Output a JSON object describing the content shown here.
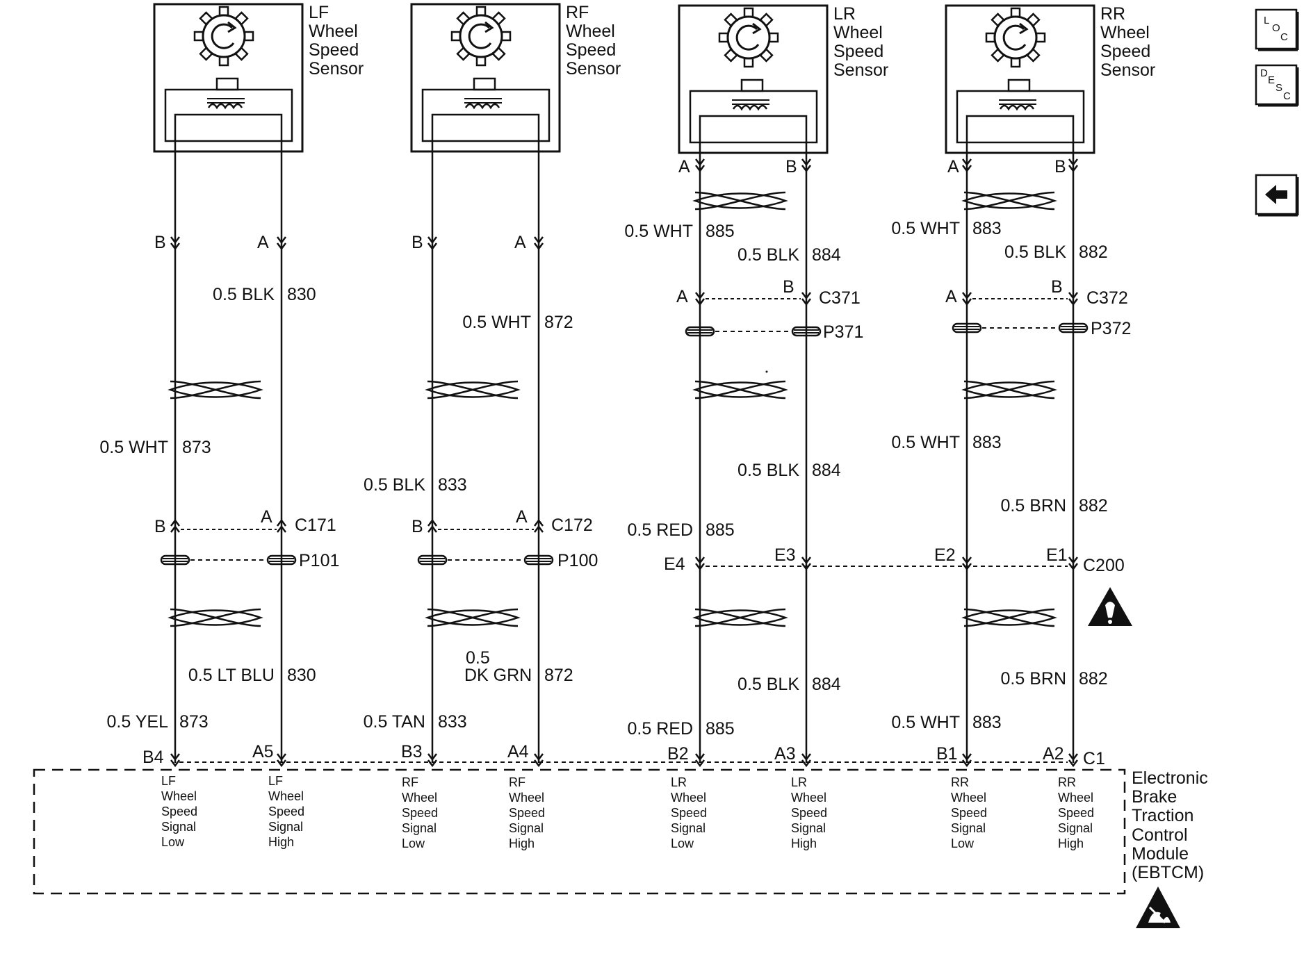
{
  "sensors": [
    {
      "id": "lf",
      "name": [
        "LF",
        "Wheel",
        "Speed",
        "Sensor"
      ]
    },
    {
      "id": "rf",
      "name": [
        "RF",
        "Wheel",
        "Speed",
        "Sensor"
      ]
    },
    {
      "id": "lr",
      "name": [
        "LR",
        "Wheel",
        "Speed",
        "Sensor"
      ]
    },
    {
      "id": "rr",
      "name": [
        "RR",
        "Wheel",
        "Speed",
        "Sensor"
      ]
    }
  ],
  "sensor_pins": {
    "lf": [
      "B",
      "A"
    ],
    "rf": [
      "B",
      "A"
    ],
    "lr_top": [
      "A",
      "B"
    ],
    "rr_top": [
      "A",
      "B"
    ]
  },
  "wire_labels": {
    "lf_a_upper": "0.5 BLK",
    "lf_a_upper_num": "830",
    "lf_b_mid": "0.5 WHT",
    "lf_b_mid_num": "873",
    "lf_a_lower": "0.5 LT BLU",
    "lf_a_lower_num": "830",
    "lf_b_lower": "0.5 YEL",
    "lf_b_lower_num": "873",
    "rf_a_upper": "0.5 WHT",
    "rf_a_upper_num": "872",
    "rf_b_mid": "0.5 BLK",
    "rf_b_mid_num": "833",
    "rf_a_lower_1": "0.5",
    "rf_a_lower_2": "DK GRN",
    "rf_a_lower_num": "872",
    "rf_b_lower": "0.5 TAN",
    "rf_b_lower_num": "833",
    "lr_a_upper": "0.5 WHT",
    "lr_a_upper_num": "885",
    "lr_b_upper": "0.5 BLK",
    "lr_b_upper_num": "884",
    "lr_b_mid": "0.5 BLK",
    "lr_b_mid_num": "884",
    "lr_a_mid": "0.5 RED",
    "lr_a_mid_num": "885",
    "lr_b_lower": "0.5 BLK",
    "lr_b_lower_num": "884",
    "lr_a_lower": "0.5 RED",
    "lr_a_lower_num": "885",
    "rr_a_upper": "0.5 WHT",
    "rr_a_upper_num": "883",
    "rr_b_upper": "0.5 BLK",
    "rr_b_upper_num": "882",
    "rr_a_mid": "0.5 WHT",
    "rr_a_mid_num": "883",
    "rr_b_mid": "0.5 BRN",
    "rr_b_mid_num": "882",
    "rr_b_lower": "0.5 BRN",
    "rr_b_lower_num": "882",
    "rr_a_lower": "0.5 WHT",
    "rr_a_lower_num": "883"
  },
  "connectors": {
    "c171": "C171",
    "c171_b": "B",
    "c171_a": "A",
    "p101": "P101",
    "c172": "C172",
    "c172_b": "B",
    "c172_a": "A",
    "p100": "P100",
    "c371": "C371",
    "c371_a": "A",
    "c371_b": "B",
    "p371": "P371",
    "c372": "C372",
    "c372_a": "A",
    "c372_b": "B",
    "p372": "P372",
    "c200": "C200",
    "c200_e4": "E4",
    "c200_e3": "E3",
    "c200_e2": "E2",
    "c200_e1": "E1",
    "c1": "C1",
    "c1_pins": [
      "B4",
      "A5",
      "B3",
      "A4",
      "B2",
      "A3",
      "B1",
      "A2"
    ]
  },
  "module_pins": [
    [
      "LF",
      "Wheel",
      "Speed",
      "Signal",
      "Low"
    ],
    [
      "LF",
      "Wheel",
      "Speed",
      "Signal",
      "High"
    ],
    [
      "RF",
      "Wheel",
      "Speed",
      "Signal",
      "Low"
    ],
    [
      "RF",
      "Wheel",
      "Speed",
      "Signal",
      "High"
    ],
    [
      "LR",
      "Wheel",
      "Speed",
      "Signal",
      "Low"
    ],
    [
      "LR",
      "Wheel",
      "Speed",
      "Signal",
      "High"
    ],
    [
      "RR",
      "Wheel",
      "Speed",
      "Signal",
      "Low"
    ],
    [
      "RR",
      "Wheel",
      "Speed",
      "Signal",
      "High"
    ]
  ],
  "module_name": [
    "Electronic",
    "Brake",
    "Traction",
    "Control",
    "Module",
    "(EBTCM)"
  ],
  "nav": {
    "loc": [
      "L",
      "O",
      "C"
    ],
    "desc": [
      "D",
      "E",
      "S",
      "C"
    ]
  },
  "icons": {
    "back": "left-arrow-icon",
    "warning": "warning-triangle-icon",
    "esd": "esd-sensitive-icon"
  }
}
